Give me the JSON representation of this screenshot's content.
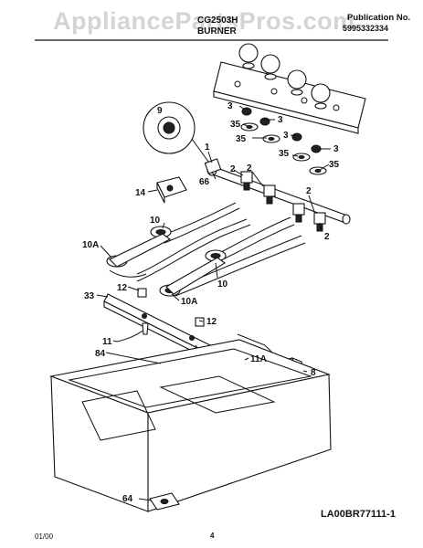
{
  "header": {
    "watermark": "AppliancePartsPros.com",
    "model": "CG2503H",
    "section": "BURNER",
    "publication_label": "Publication No.",
    "publication_number": "5995332334"
  },
  "footer": {
    "diagram_code": "LA00BR77111-1",
    "date": "01/00",
    "page": "4"
  },
  "callouts": {
    "c1": "1",
    "c2a": "2",
    "c2b": "2",
    "c2c": "2",
    "c2d": "2",
    "c3a": "3",
    "c3b": "3",
    "c3c": "3",
    "c3d": "3",
    "c8": "8",
    "c9": "9",
    "c10a": "10",
    "c10b": "10",
    "c10A1": "10A",
    "c10A2": "10A",
    "c11": "11",
    "c11A": "11A",
    "c12a": "12",
    "c12b": "12",
    "c14": "14",
    "c33": "33",
    "c35a": "35",
    "c35b": "35",
    "c35c": "35",
    "c35d": "35",
    "c64": "64",
    "c66": "66",
    "c84": "84"
  }
}
